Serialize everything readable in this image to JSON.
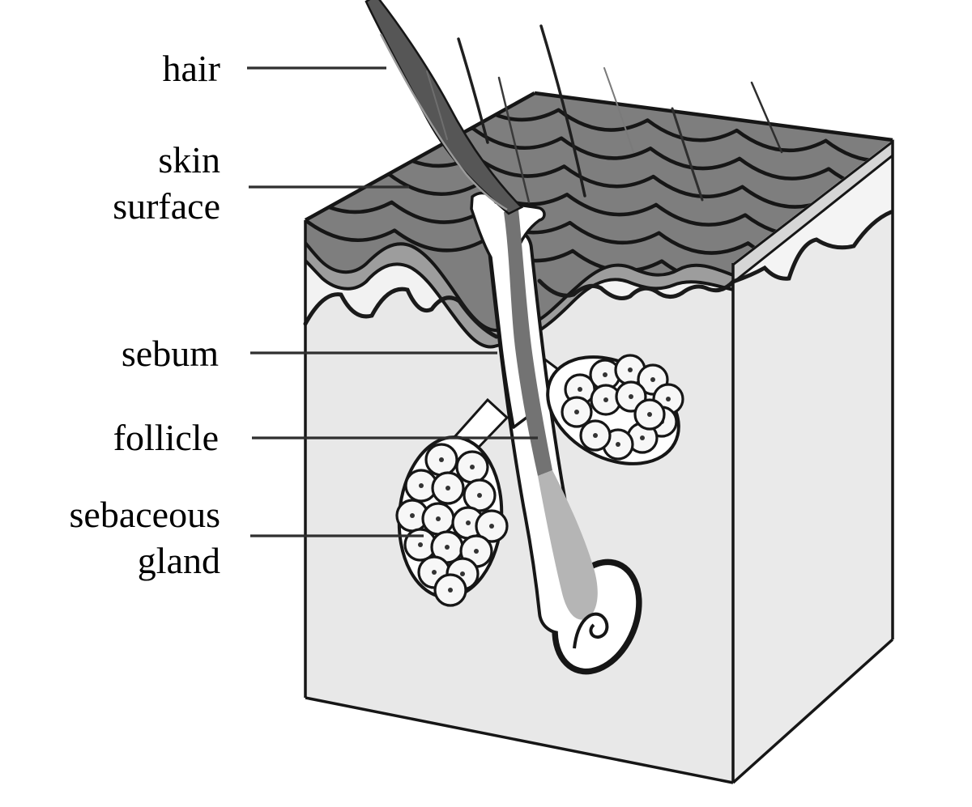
{
  "labels": {
    "hair": "hair",
    "skin_line1": "skin",
    "skin_line2": "surface",
    "sebum": "sebum",
    "follicle": "follicle",
    "gland_line1": "sebaceous",
    "gland_line2": "gland"
  },
  "palette": {
    "background": "#ffffff",
    "skin_surface_scales": "#7e7e7e",
    "epidermis_band": "#9d9d9d",
    "front_face": "#f2f2f2",
    "front_face_lower": "#e8e8e8",
    "right_face": "#f4f4f4",
    "right_face_lower": "#eaeaea",
    "cut_rim": "#d6d6d6",
    "follicle_sebum_fill": "#b5b5b5",
    "hair_shaft": "#737373",
    "hair": "#565656",
    "outline": "#161616"
  }
}
